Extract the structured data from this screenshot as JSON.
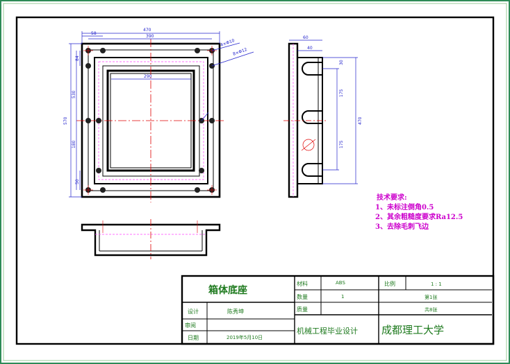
{
  "window": {
    "border_color": "#2e8b57",
    "frame_color": "#000000",
    "center_line_color": "#e00000",
    "hidden_line_color": "#ff44ff",
    "dimension_color": "#2222cc",
    "title_text_color": "#1e7a1e"
  },
  "title_block": {
    "part_name": "箱体底座",
    "material_label": "材料",
    "material_value": "ABS",
    "quantity_label": "数量",
    "quantity_value": "1",
    "mass_label": "质量",
    "scale_label": "比例",
    "scale_value": "1 : 1",
    "sheet_label": "第1张",
    "total_label": "共8张",
    "designer_label": "设计",
    "designer_value": "陈秀坤",
    "review_label": "审阅",
    "date_label": "日期",
    "date_value": "2019年5月10日",
    "project": "机械工程毕业设计",
    "school": "成都理工大学"
  },
  "notes": {
    "heading": "技术要求:",
    "items": [
      "1、未标注倒角0.5",
      "2、其余粗糙度要求Ra12.5",
      "3、去除毛刺飞边"
    ]
  },
  "dimensions": {
    "front_top_overall": "470",
    "front_top_inner": "390",
    "front_top_left": "58",
    "front_height": "570",
    "front_height_inner": "530",
    "front_side_1": "84",
    "front_side_2": "180",
    "front_side_3": "50",
    "front_window": "290",
    "hole_note_1": "4×Φ10",
    "hole_note_2": "8×Φ12",
    "side_top": "60",
    "side_top_inner": "40",
    "side_right_overall": "470",
    "side_right_1": "175",
    "side_right_2": "175",
    "side_right_3": "30"
  }
}
